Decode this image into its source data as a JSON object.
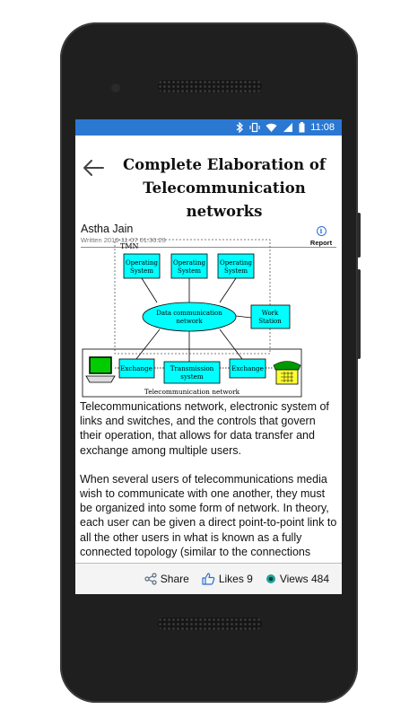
{
  "statusbar": {
    "time": "11:08"
  },
  "article": {
    "title": "Complete Elaboration of Telecommunication networks",
    "author": "Astha Jain",
    "written": "Written 2016-11-07 01:30:23",
    "report_label": "Report",
    "paragraphs": [
      "Telecommunications network, electronic system of links and switches, and the controls that govern their operation, that allows for data transfer and exchange among multiple users.",
      "When several users of telecommunications media wish to communicate with one another, they must be organized into some form of network. In theory, each user can be given a direct point-to-point link to all the other users in what is known as a fully connected topology (similar to the connections employed in the"
    ]
  },
  "diagram": {
    "tmn_label": "TMN",
    "operating_system_label": "Operating System",
    "dcn_label": "Data communication network",
    "workstation_label": "Work Station",
    "exchange_label": "Exchange",
    "transmission_label": "Transmission system",
    "network_caption": "Telecommunication network"
  },
  "actions": {
    "share_label": "Share",
    "likes_label": "Likes 9",
    "views_label": "Views 484"
  },
  "colors": {
    "statusbar": "#2b78d2",
    "box_fill": "#00ffff"
  }
}
